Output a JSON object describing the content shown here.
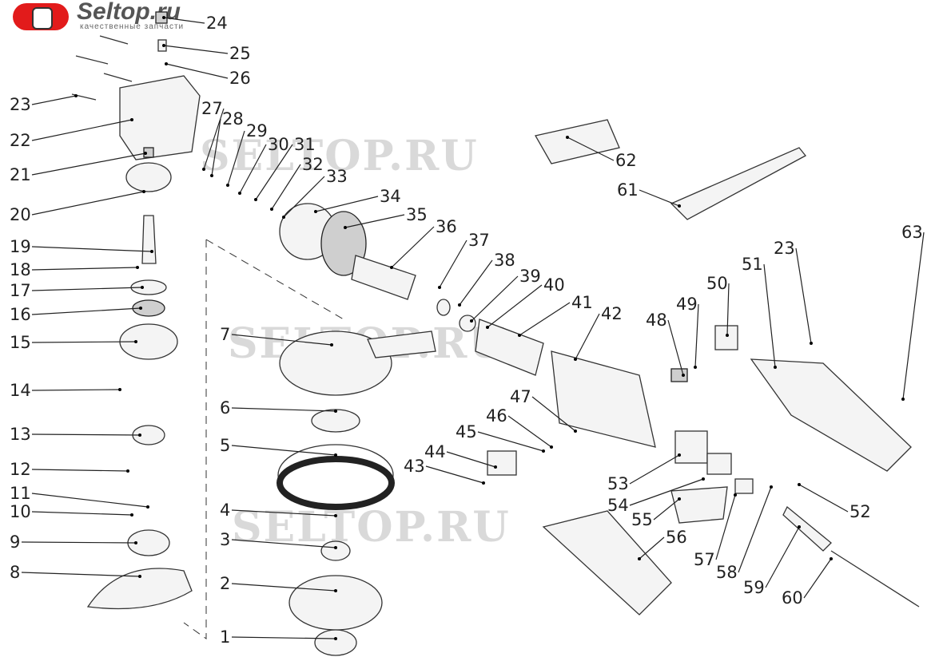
{
  "logo": {
    "title": "Seltop.ru",
    "subtitle": "качественные запчасти"
  },
  "watermark": "SELTOP.RU",
  "callouts": [
    "24",
    "25",
    "26",
    "23",
    "22",
    "21",
    "20",
    "27",
    "28",
    "29",
    "30",
    "31",
    "32",
    "33",
    "34",
    "35",
    "36",
    "37",
    "38",
    "39",
    "40",
    "41",
    "42",
    "62",
    "61",
    "63",
    "23",
    "51",
    "50",
    "49",
    "48",
    "19",
    "18",
    "17",
    "16",
    "15",
    "14",
    "13",
    "12",
    "11",
    "10",
    "9",
    "8",
    "7",
    "6",
    "5",
    "4",
    "3",
    "2",
    "1",
    "47",
    "46",
    "45",
    "44",
    "43",
    "53",
    "54",
    "55",
    "56",
    "57",
    "58",
    "59",
    "60",
    "52"
  ]
}
